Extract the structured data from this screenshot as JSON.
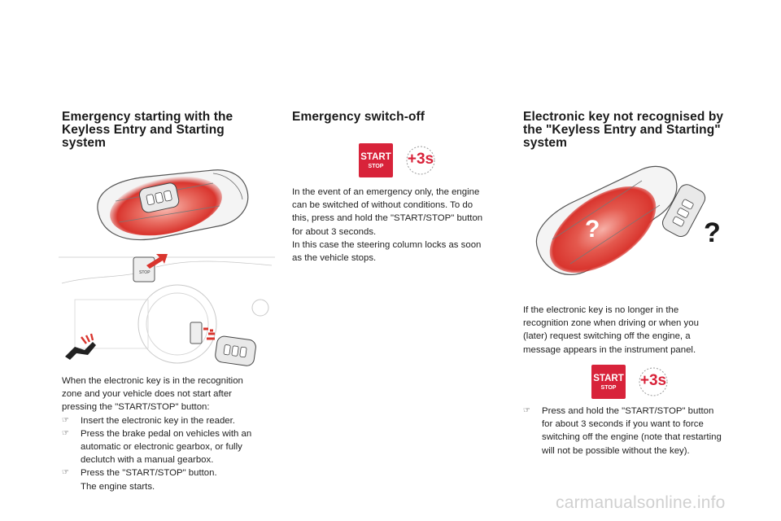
{
  "left": {
    "title_lines": [
      "Emergency starting with the",
      "Keyless Entry and Starting",
      "system"
    ],
    "intro_lines": [
      "When the electronic key is in the recognition",
      "zone and your vehicle does not start after",
      "pressing the \"START/STOP\" button:"
    ],
    "bullets": [
      {
        "lines": [
          "Insert the electronic key in the reader."
        ]
      },
      {
        "lines": [
          "Press the brake pedal on vehicles with an",
          "automatic or electronic gearbox, or fully",
          "declutch with a manual gearbox."
        ]
      },
      {
        "lines": [
          "Press the \"START/STOP\" button."
        ]
      }
    ],
    "after_line": "The engine starts."
  },
  "middle": {
    "title_lines": [
      "Emergency switch-off"
    ],
    "button": {
      "line1": "START",
      "line2": "STOP",
      "timer": "+3s"
    },
    "paragraph_lines": [
      "In the event of an emergency only, the engine",
      "can be switched of without conditions. To do",
      "this, press and hold the \"START/STOP\" button",
      "for about 3 seconds.",
      "In this case the steering column locks as soon",
      "as the vehicle stops."
    ]
  },
  "right": {
    "title_lines": [
      "Electronic key not recognised by",
      "the \"Keyless Entry and Starting\"",
      "system"
    ],
    "car_mark": "?",
    "key_mark": "?",
    "paragraph_lines": [
      "If the electronic key is no longer in the",
      "recognition zone when driving or when you",
      "(later) request switching off the engine, a",
      "message appears in the instrument panel."
    ],
    "button": {
      "line1": "START",
      "line2": "STOP",
      "timer": "+3s"
    },
    "bullets": [
      {
        "lines": [
          "Press and hold the \"START/STOP\" button",
          "for about 3 seconds if you want to force",
          "switching off the engine (note that restarting",
          "will not be possible without the key)."
        ]
      }
    ]
  },
  "watermark": "carmanualsonline.info",
  "colors": {
    "accent_red": "#d8233a",
    "text": "#1a1a1a",
    "watermark": "#d0d0d0"
  }
}
